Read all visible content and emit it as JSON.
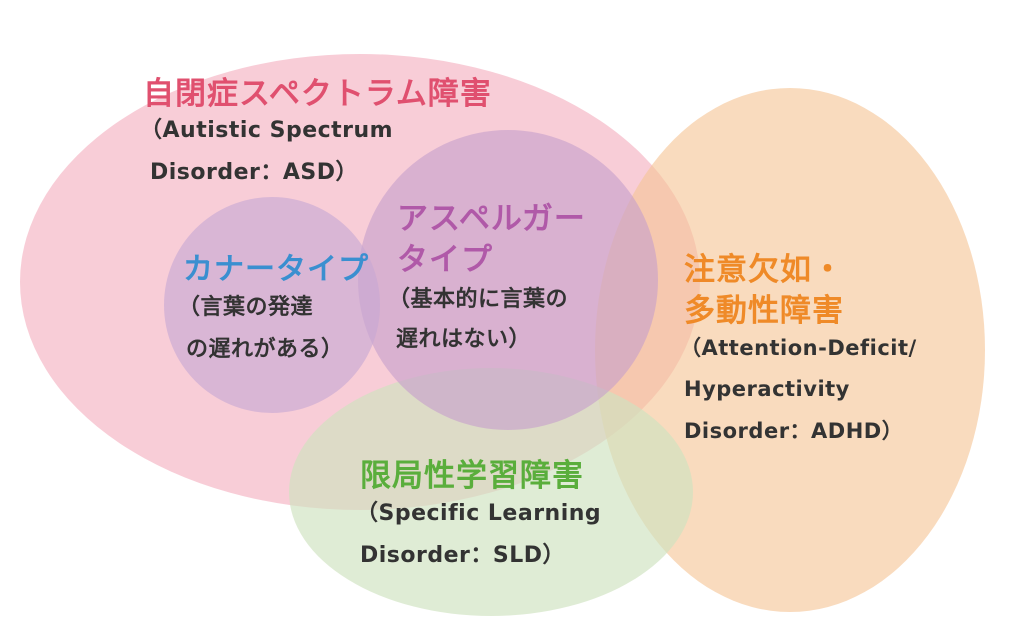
{
  "colors": {
    "asd_fill": "#f4b6c4",
    "kanner_fill": "#c7a8d4",
    "asperger_fill": "#c79fcc",
    "adhd_fill": "#f6c596",
    "sld_fill": "#cfe2bf",
    "asd_text": "#e0506f",
    "kanner_text": "#3a8fd0",
    "asperger_text": "#b059a8",
    "adhd_text": "#ef8a28",
    "sld_text": "#5aae3c"
  },
  "asd": {
    "title": "自閉症スペクトラム障害",
    "sub1": "（Autistic Spectrum",
    "sub2": "Disorder：ASD）"
  },
  "kanner": {
    "title": "カナータイプ",
    "sub1": "（言葉の発達",
    "sub2": "の遅れがある）"
  },
  "asperger": {
    "title1": "アスペルガー",
    "title2": "タイプ",
    "sub1": "（基本的に言葉の",
    "sub2": "遅れはない）"
  },
  "adhd": {
    "title1": "注意欠如・",
    "title2": "多動性障害",
    "sub1": "（Attention-Deficit/",
    "sub2": "Hyperactivity",
    "sub3": "Disorder：ADHD）"
  },
  "sld": {
    "title": "限局性学習障害",
    "sub1": "（Specific Learning",
    "sub2": "Disorder：SLD）"
  }
}
